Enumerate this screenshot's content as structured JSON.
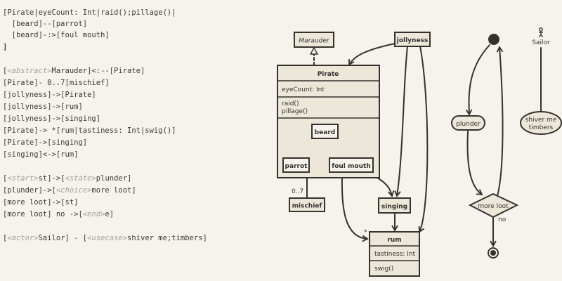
{
  "editor": {
    "lines": [
      {
        "parts": [
          {
            "t": "[Pirate|eyeCount: Int|raid();pillage()|"
          }
        ]
      },
      {
        "parts": [
          {
            "t": "  [beard]--[parrot]"
          }
        ]
      },
      {
        "parts": [
          {
            "t": "  [beard]-:>[foul mouth]"
          }
        ]
      },
      {
        "parts": [
          {
            "t": "]",
            "bold": true
          }
        ]
      },
      {
        "parts": [
          {
            "t": ""
          }
        ]
      },
      {
        "parts": [
          {
            "t": "[",
            "c": "br"
          },
          {
            "t": "<abstract>",
            "c": "meta"
          },
          {
            "t": "Marauder]<:--[Pirate]"
          }
        ]
      },
      {
        "parts": [
          {
            "t": "[Pirate]- 0..7[mischief]"
          }
        ]
      },
      {
        "parts": [
          {
            "t": "[jollyness]->[Pirate]"
          }
        ]
      },
      {
        "parts": [
          {
            "t": "[jollyness]->[rum]"
          }
        ]
      },
      {
        "parts": [
          {
            "t": "[jollyness]->[singing]"
          }
        ]
      },
      {
        "parts": [
          {
            "t": "[Pirate]-> *[rum|tastiness: Int|swig()]"
          }
        ]
      },
      {
        "parts": [
          {
            "t": "[Pirate]->[singing]"
          }
        ]
      },
      {
        "parts": [
          {
            "t": "[singing]<->[rum]"
          }
        ]
      },
      {
        "parts": [
          {
            "t": ""
          }
        ]
      },
      {
        "parts": [
          {
            "t": "["
          },
          {
            "t": "<start>",
            "c": "meta"
          },
          {
            "t": "st]->["
          },
          {
            "t": "<state>",
            "c": "meta"
          },
          {
            "t": "plunder]"
          }
        ]
      },
      {
        "parts": [
          {
            "t": "[plunder]->["
          },
          {
            "t": "<choice>",
            "c": "meta"
          },
          {
            "t": "more loot]"
          }
        ]
      },
      {
        "parts": [
          {
            "t": "[more loot]->[st]"
          }
        ]
      },
      {
        "parts": [
          {
            "t": "[more loot] no ->["
          },
          {
            "t": "<end>",
            "c": "meta"
          },
          {
            "t": "e]"
          }
        ]
      },
      {
        "parts": [
          {
            "t": ""
          }
        ]
      },
      {
        "parts": [
          {
            "t": "["
          },
          {
            "t": "<actor>",
            "c": "meta"
          },
          {
            "t": "Sailor] - ["
          },
          {
            "t": "<usecase>",
            "c": "meta"
          },
          {
            "t": "shiver me;timbers]"
          }
        ]
      }
    ]
  },
  "diagram": {
    "marauder": "Marauder",
    "jollyness": "jollyness",
    "pirate_title": "Pirate",
    "pirate_attr": "eyeCount: Int",
    "pirate_ops": [
      "raid()",
      "pillage()"
    ],
    "beard": "beard",
    "parrot": "parrot",
    "foul_mouth": "foul mouth",
    "mischief": "mischief",
    "multiplicity": "0..7",
    "singing": "singing",
    "rum_title": "rum",
    "rum_attr": "tastiness: Int",
    "rum_op": "swig()",
    "star": "*",
    "plunder": "plunder",
    "more_loot": "more loot",
    "no_label": "no",
    "sailor": "Sailor",
    "usecase": [
      "shiver me",
      "timbers"
    ]
  },
  "colors": {
    "background": "#f6f3ec",
    "box_fill": "#ede7da",
    "stroke": "#33322e",
    "meta_text": "#a3a095",
    "code_text": "#3d3a33"
  }
}
